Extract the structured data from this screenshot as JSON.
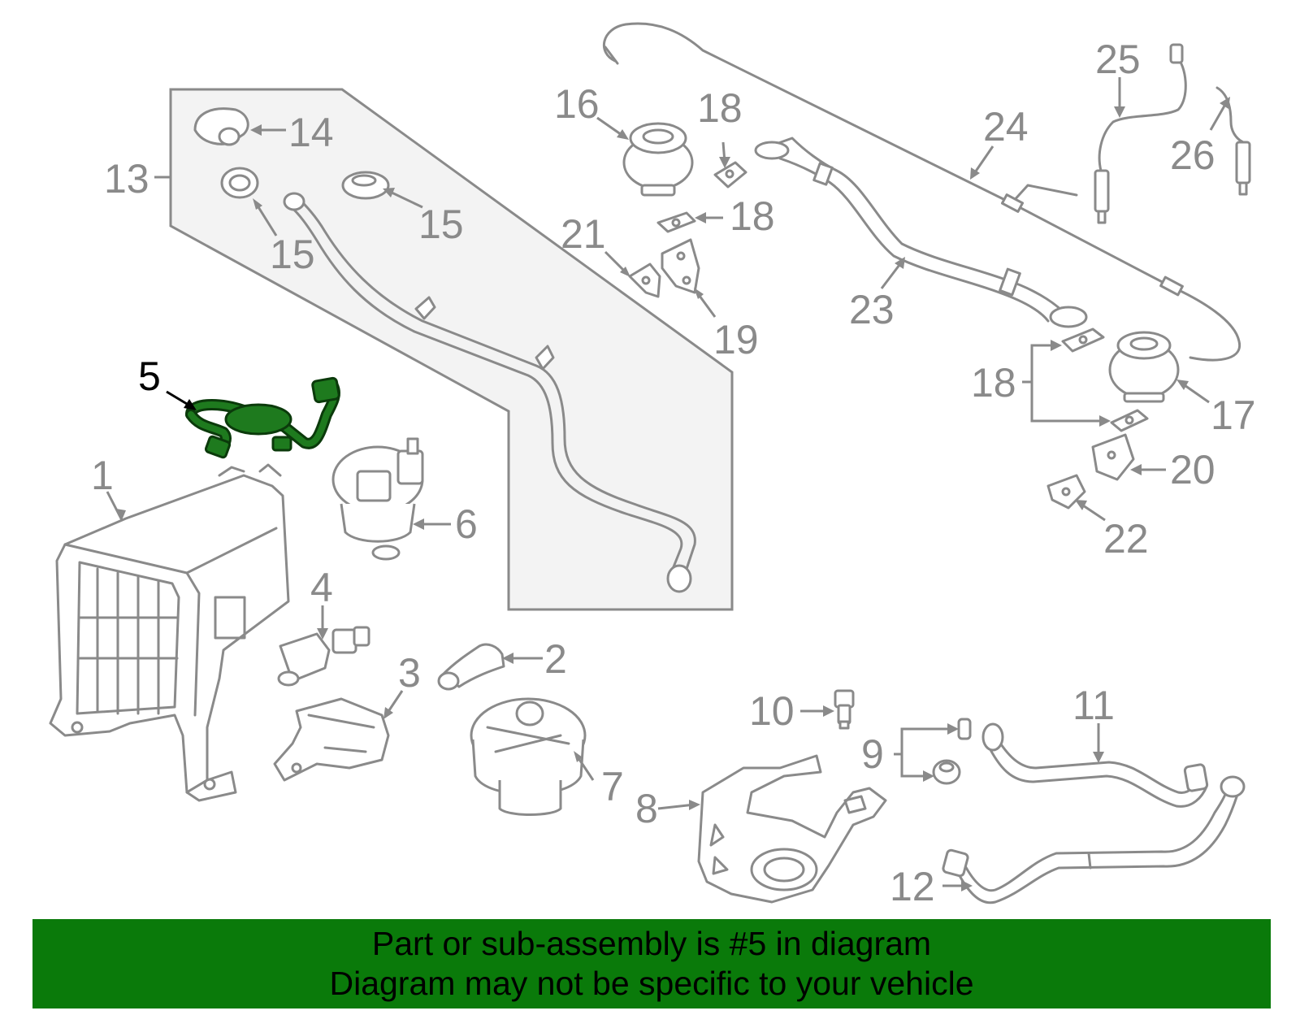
{
  "colors": {
    "line_gray": "#8a8a8a",
    "panel_fill": "#f3f3f3",
    "highlight_green": "#1e7a1e",
    "highlight_dark": "#0b3a0b",
    "banner_green": "#0a7a0a",
    "label_active": "#000000"
  },
  "highlighted_part": "5",
  "callouts": [
    {
      "id": "1",
      "text": "1"
    },
    {
      "id": "2",
      "text": "2"
    },
    {
      "id": "3",
      "text": "3"
    },
    {
      "id": "4",
      "text": "4"
    },
    {
      "id": "5",
      "text": "5"
    },
    {
      "id": "6",
      "text": "6"
    },
    {
      "id": "7",
      "text": "7"
    },
    {
      "id": "8",
      "text": "8"
    },
    {
      "id": "9",
      "text": "9"
    },
    {
      "id": "10",
      "text": "10"
    },
    {
      "id": "11",
      "text": "11"
    },
    {
      "id": "12",
      "text": "12"
    },
    {
      "id": "13",
      "text": "13"
    },
    {
      "id": "14",
      "text": "14"
    },
    {
      "id": "15a",
      "text": "15"
    },
    {
      "id": "15b",
      "text": "15"
    },
    {
      "id": "16",
      "text": "16"
    },
    {
      "id": "17",
      "text": "17"
    },
    {
      "id": "18a",
      "text": "18"
    },
    {
      "id": "18b",
      "text": "18"
    },
    {
      "id": "18c",
      "text": "18"
    },
    {
      "id": "19",
      "text": "19"
    },
    {
      "id": "20",
      "text": "20"
    },
    {
      "id": "21",
      "text": "21"
    },
    {
      "id": "22",
      "text": "22"
    },
    {
      "id": "23",
      "text": "23"
    },
    {
      "id": "24",
      "text": "24"
    },
    {
      "id": "25",
      "text": "25"
    },
    {
      "id": "26",
      "text": "26"
    }
  ],
  "banner": {
    "line1": "Part or sub-assembly is #5 in diagram",
    "line2": "Diagram may not be specific to your vehicle"
  }
}
